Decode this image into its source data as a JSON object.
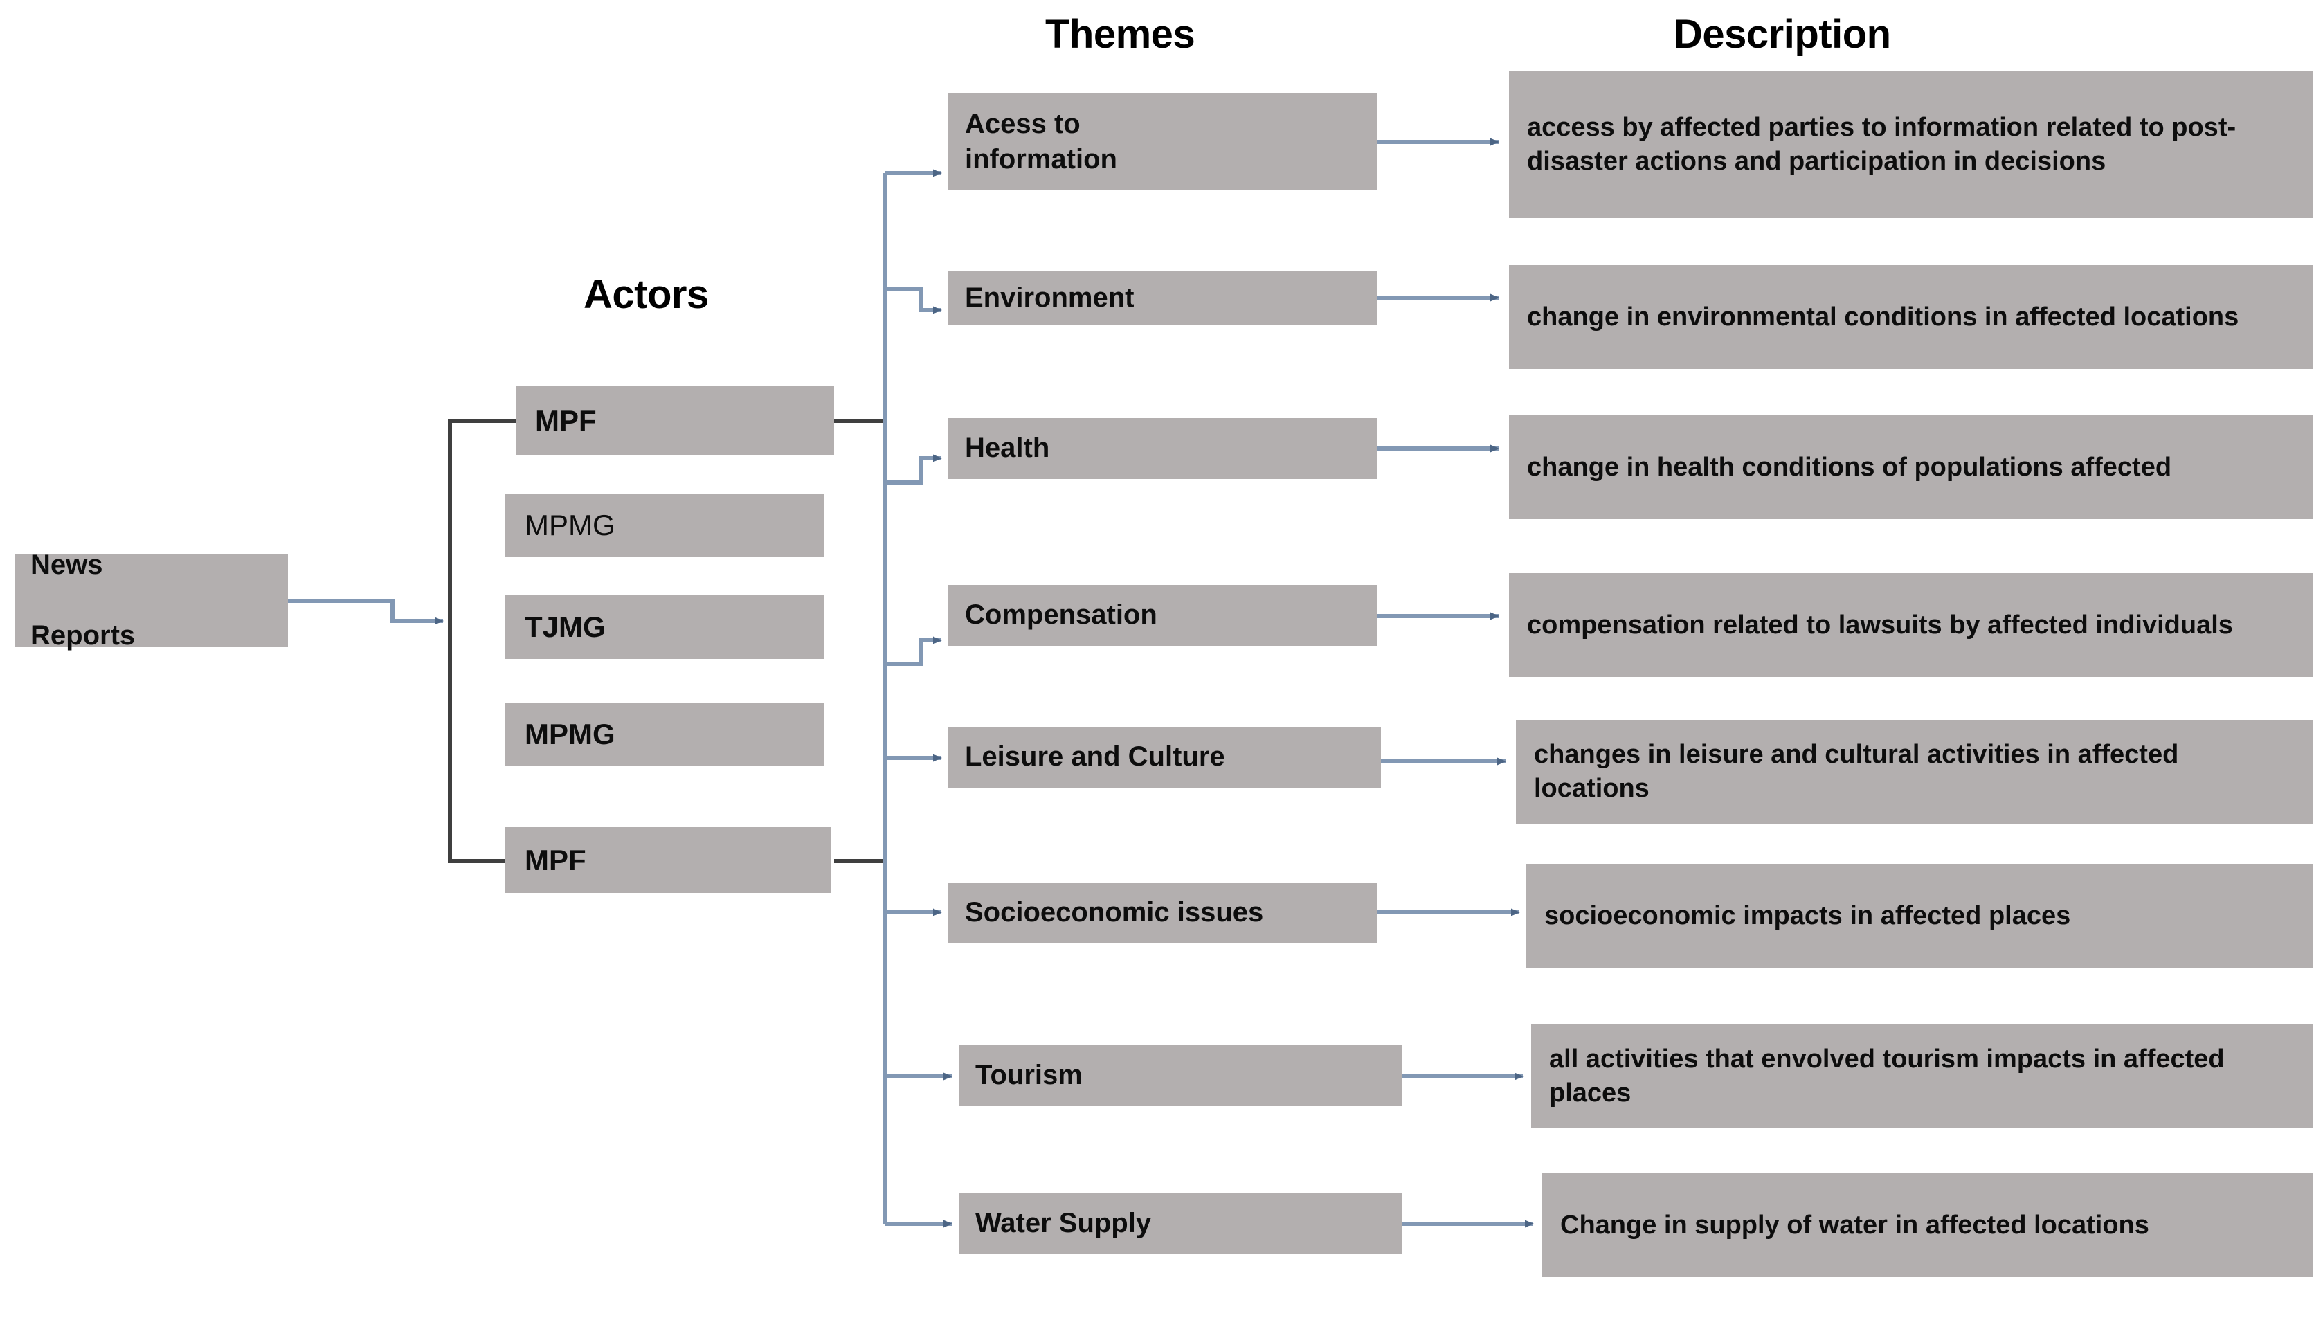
{
  "headers": {
    "actors": "Actors",
    "themes": "Themes",
    "description": "Description"
  },
  "source": {
    "label_line1": "News",
    "label_line2": "Reports"
  },
  "actors": [
    {
      "label": "MPF",
      "emphasis": "bold"
    },
    {
      "label": "MPMG",
      "emphasis": "normal"
    },
    {
      "label": "TJMG",
      "emphasis": "bold"
    },
    {
      "label": "MPMG",
      "emphasis": "bold"
    },
    {
      "label": "MPF",
      "emphasis": "bold"
    }
  ],
  "themes": [
    {
      "label": "Acess to\ninformation",
      "description": "access by affected parties to information related to post-disaster actions and participation in decisions"
    },
    {
      "label": "Environment",
      "description": "change in environmental conditions in affected locations"
    },
    {
      "label": "Health",
      "description": "change in health conditions of populations affected"
    },
    {
      "label": "Compensation",
      "description": "compensation related to lawsuits by affected individuals"
    },
    {
      "label": "Leisure and Culture",
      "description": "changes in leisure and cultural activities in affected locations"
    },
    {
      "label": "Socioeconomic issues",
      "description": "socioeconomic impacts in affected places"
    },
    {
      "label": "Tourism",
      "description": "all activities that envolved tourism impacts in affected places"
    },
    {
      "label": "Water Supply",
      "description": "Change in supply of water in affected locations"
    }
  ],
  "colors": {
    "node_fill": "#b3afaf",
    "connector_blue": "#7f92ad",
    "connector_black": "#3f3f3f",
    "text": "#0d0d0d",
    "background": "#ffffff"
  }
}
